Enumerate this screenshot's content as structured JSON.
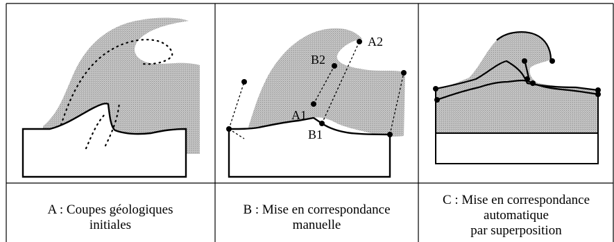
{
  "panels": [
    {
      "id": "A",
      "caption_lines": [
        "A : Coupes géologiques",
        "initiales"
      ]
    },
    {
      "id": "B",
      "caption_lines": [
        "B : Mise en correspondance",
        "manuelle"
      ],
      "point_labels": {
        "a1": "A1",
        "b1": "B1",
        "a2": "A2",
        "b2": "B2"
      }
    },
    {
      "id": "C",
      "caption_lines": [
        "C : Mise en correspondance",
        "automatique",
        "par superposition"
      ]
    }
  ],
  "colors": {
    "fold_fill": "#b9b9b9",
    "ink": "#000000",
    "background": "#ffffff"
  }
}
